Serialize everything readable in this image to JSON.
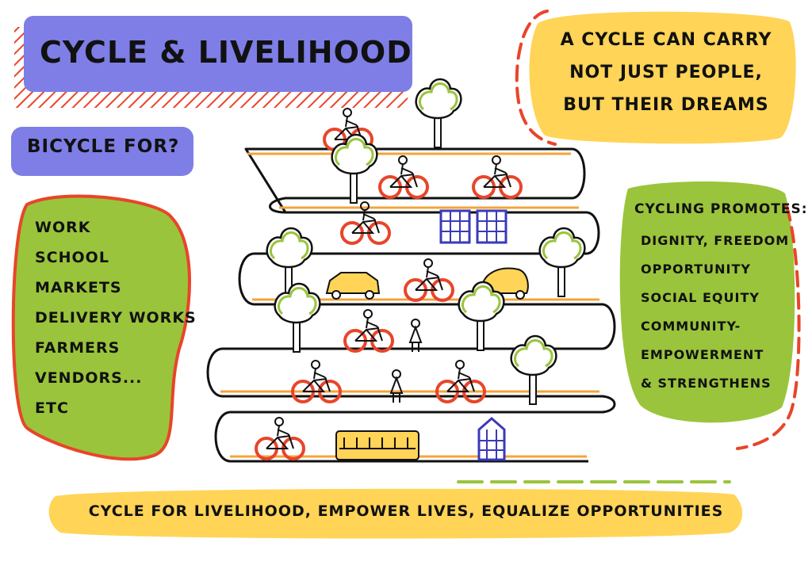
{
  "title": "CYCLE & LIVELIHOOD",
  "quote": [
    "A CYCLE CAN CARRY",
    "NOT JUST PEOPLE,",
    "BUT THEIR DREAMS"
  ],
  "question": "BICYCLE FOR?",
  "uses": [
    "WORK",
    "SCHOOL",
    "MARKETS",
    "DELIVERY WORKS",
    "FARMERS",
    "VENDORS...",
    "ETC"
  ],
  "promotes": {
    "heading": "CYCLING PROMOTES:",
    "items": [
      "DIGNITY, FREEDOM",
      "OPPORTUNITY",
      "SOCIAL EQUITY",
      "COMMUNITY-",
      "EMPOWERMENT",
      "& STRENGTHENS"
    ]
  },
  "footer": "CYCLE FOR LIVELIHOOD, EMPOWER LIVES, EQUALIZE OPPORTUNITIES",
  "colors": {
    "purple": "#7e7ee6",
    "yellow": "#ffd457",
    "green": "#9ac43c",
    "red": "#e8452a",
    "orange": "#f4a43a",
    "ink": "#111111"
  }
}
